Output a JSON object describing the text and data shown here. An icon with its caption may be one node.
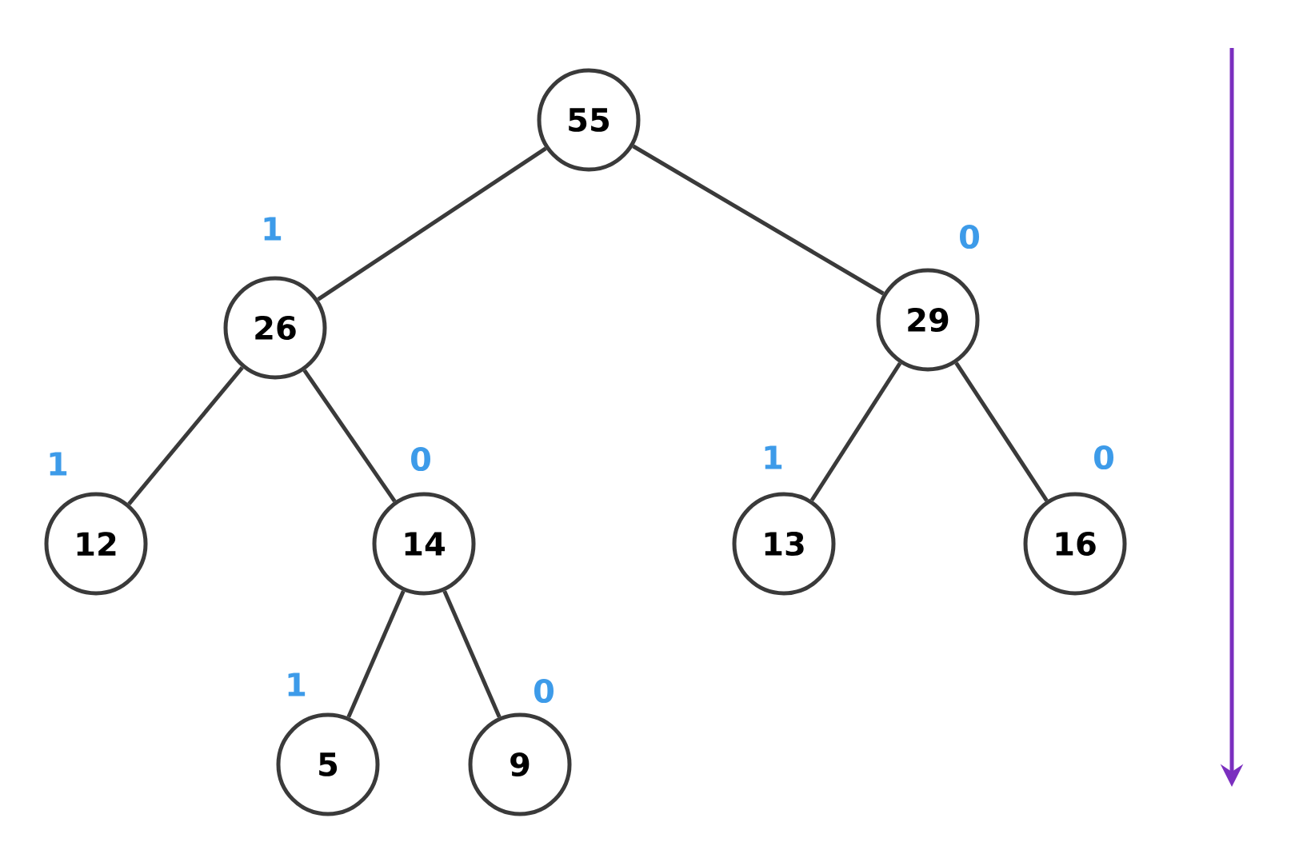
{
  "diagram": {
    "nodes": [
      {
        "text": [
          "55"
        ]
      },
      {
        "text": [
          "26"
        ],
        "beside": [
          "1"
        ]
      },
      {
        "text": [
          "29"
        ],
        "beside": [
          "0"
        ]
      },
      {
        "text": [
          "12"
        ],
        "beside": [
          "1"
        ]
      },
      {
        "text": [
          "14"
        ],
        "beside": [
          "0"
        ]
      },
      {
        "text": [
          "13"
        ],
        "beside": [
          "1"
        ]
      },
      {
        "text": [
          "16"
        ],
        "beside": [
          "0"
        ]
      },
      {
        "text": [
          "5"
        ],
        "beside": [
          "1"
        ]
      },
      {
        "text": [
          "9"
        ],
        "beside": [
          "0"
        ]
      }
    ],
    "edges": [
      {
        "from": 0,
        "to": 1,
        "arrow": "none"
      },
      {
        "from": 0,
        "to": 2,
        "arrow": "none"
      },
      {
        "from": 1,
        "to": 3,
        "arrow": "none"
      },
      {
        "from": 1,
        "to": 4,
        "arrow": "none"
      },
      {
        "from": 2,
        "to": 5,
        "arrow": "none"
      },
      {
        "from": 2,
        "to": 6,
        "arrow": "none"
      },
      {
        "from": 4,
        "to": 7,
        "arrow": "none"
      },
      {
        "from": 4,
        "to": 8,
        "arrow": "none"
      }
    ]
  }
}
